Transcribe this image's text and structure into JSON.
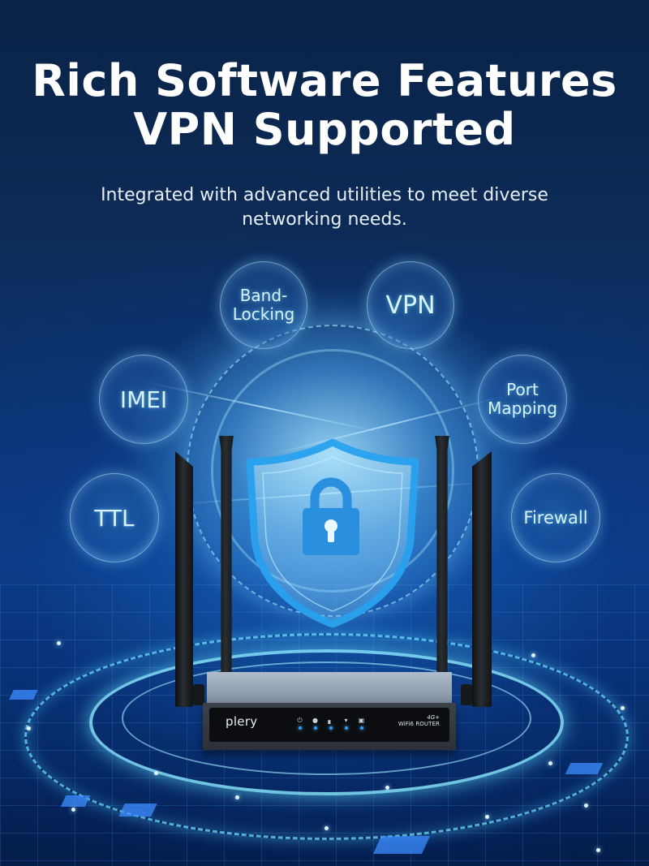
{
  "header": {
    "title_line_1": "Rich Software Features",
    "title_line_2": "VPN Supported",
    "subtitle_line_1": "Integrated with advanced utilities to meet diverse",
    "subtitle_line_2": "networking needs."
  },
  "features": [
    {
      "id": "band-locking",
      "line1": "Band-",
      "line2": "Locking"
    },
    {
      "id": "vpn",
      "line1": "VPN"
    },
    {
      "id": "imei",
      "line1": "IMEI"
    },
    {
      "id": "port-mapping",
      "line1": "Port",
      "line2": "Mapping"
    },
    {
      "id": "ttl",
      "line1": "TTL"
    },
    {
      "id": "firewall",
      "line1": "Firewall"
    }
  ],
  "router": {
    "brand": "plery",
    "badge": "4G+",
    "model": "WiFi6 ROUTER",
    "leds": [
      {
        "name": "power",
        "glyph": "⏻"
      },
      {
        "name": "internet",
        "glyph": "●"
      },
      {
        "name": "signal",
        "glyph": "▖"
      },
      {
        "name": "wifi",
        "glyph": "▾"
      },
      {
        "name": "lan",
        "glyph": "▣"
      }
    ]
  },
  "center_graphic": {
    "icon": "shield-lock-icon"
  },
  "colors": {
    "background_top": "#0a2348",
    "background_bottom": "#041c4a",
    "glow": "#8fe0ff",
    "bubble_text": "#d6f3ff",
    "led": "#2f9bff",
    "lock": "#2b8fe0"
  }
}
